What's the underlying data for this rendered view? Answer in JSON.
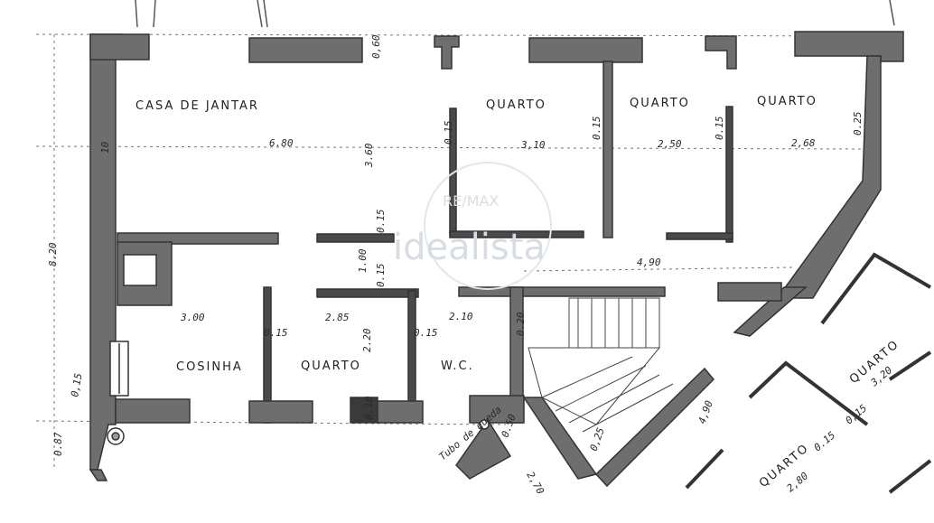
{
  "rooms": {
    "dining": "CASA DE JANTAR",
    "bedroom_1": "QUARTO",
    "bedroom_2": "QUARTO",
    "bedroom_3": "QUARTO",
    "kitchen": "COSINHA",
    "bedroom_4": "QUARTO",
    "wc": "W.C.",
    "neighbor_bedroom_1": "QUARTO",
    "neighbor_bedroom_2": "QUARTO"
  },
  "dimensions": {
    "d_060": "0,60",
    "d_680": "6.80",
    "d_360": "3.60",
    "d_310": "3,10",
    "d_250": "2,50",
    "d_268": "2,68",
    "d_015a": "0.15",
    "d_015b": "0.15",
    "d_015c": "0.15",
    "d_025": "0.25",
    "d_010": "10",
    "d_820": "8.20",
    "d_015d": "0.15",
    "d_100": "1.00",
    "d_015e": "0.15",
    "d_490a": "4,90",
    "d_300": "3.00",
    "d_015f": "0.15",
    "d_285": "2.85",
    "d_220": "2.20",
    "d_015g": "0.15",
    "d_210": "2.10",
    "d_020": "0.20",
    "d_490b": "4,90",
    "d_320": "3,20",
    "d_015h": "0,15",
    "d_280": "2,80",
    "d_025b": "0,25",
    "d_050": "0.50",
    "d_087": "0.87",
    "d_015i": "0,15",
    "d_270": "2,70",
    "d_010b": "0,10",
    "d_015j": "0.15"
  },
  "notes": {
    "tubo": "Tubo de queda"
  },
  "watermark": {
    "brand": "RE/MAX",
    "site": "idealista"
  },
  "colors": {
    "wall": "#6e6e6e",
    "wall_dark": "#3a3a3a",
    "line": "#333333",
    "paper": "#ffffff"
  }
}
